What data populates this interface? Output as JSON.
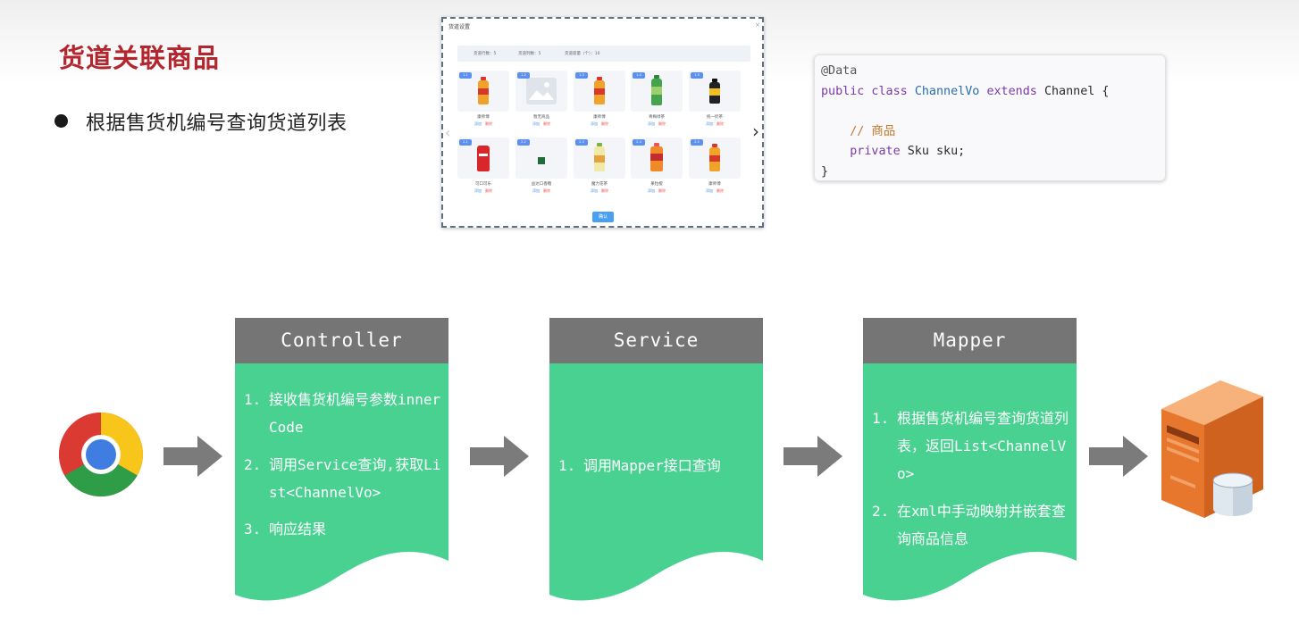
{
  "page": {
    "title": "货道关联商品",
    "bullet": "根据售货机编号查询货道列表"
  },
  "dialog": {
    "title": "货道设置",
    "close": "×",
    "stats": [
      "货道行数：5",
      "货道列数：5",
      "货道容量（个）：10"
    ],
    "confirm_label": "确认",
    "add_label": "添加",
    "delete_label": "删除",
    "slots": [
      {
        "badge": "1-1",
        "name": "康师傅",
        "icon": "tea-bottle-icon"
      },
      {
        "badge": "1-2",
        "name": "暂无商品",
        "icon": "image-placeholder-icon"
      },
      {
        "badge": "1-3",
        "name": "康师傅",
        "icon": "tea-bottle-icon"
      },
      {
        "badge": "1-4",
        "name": "青梅绿茶",
        "icon": "green-tea-bottle-icon"
      },
      {
        "badge": "1-5",
        "name": "统一奶茶",
        "icon": "milk-tea-bottle-icon"
      },
      {
        "badge": "2-1",
        "name": "可口可乐",
        "icon": "cola-can-icon"
      },
      {
        "badge": "2-2",
        "name": "益达口香糖",
        "icon": "gum-pack-icon"
      },
      {
        "badge": "2-3",
        "name": "魔力花茶",
        "icon": "flower-tea-bottle-icon"
      },
      {
        "badge": "2-4",
        "name": "果粒橙",
        "icon": "juice-bottle-icon"
      },
      {
        "badge": "2-5",
        "name": "康师傅",
        "icon": "tea-bottle-icon"
      }
    ]
  },
  "code": {
    "lines": [
      [
        {
          "t": "@Data",
          "c": "ann"
        }
      ],
      [
        {
          "t": "public class ",
          "c": "kw"
        },
        {
          "t": "ChannelVo ",
          "c": "type"
        },
        {
          "t": "extends ",
          "c": "kw"
        },
        {
          "t": "Channel {",
          "c": "plain"
        }
      ],
      [
        {
          "t": "",
          "c": "plain"
        }
      ],
      [
        {
          "t": "    // 商品",
          "c": "cm"
        }
      ],
      [
        {
          "t": "    ",
          "c": "plain"
        },
        {
          "t": "private ",
          "c": "kw"
        },
        {
          "t": "Sku sku;",
          "c": "plain"
        }
      ],
      [
        {
          "t": "}",
          "c": "plain"
        }
      ]
    ]
  },
  "flow": {
    "start_icon": "chrome-browser-icon",
    "end_icon": "database-server-icon",
    "arrow_icon": "right-arrow-icon",
    "colors": {
      "header": "#757575",
      "body": "#49d192",
      "arrow": "#7b7b7b"
    },
    "boxes": [
      {
        "title": "Controller",
        "steps": [
          {
            "num": "1.",
            "text": "接收售货机编号参数innerCode"
          },
          {
            "num": "2.",
            "text": "调用Service查询,获取List<ChannelVo>"
          },
          {
            "num": "3.",
            "text": "响应结果"
          }
        ]
      },
      {
        "title": "Service",
        "steps": [
          {
            "num": "1.",
            "text": "调用Mapper接口查询"
          }
        ]
      },
      {
        "title": "Mapper",
        "steps": [
          {
            "num": "1.",
            "text": "根据售货机编号查询货道列表，返回List<ChannelVo>"
          },
          {
            "num": "2.",
            "text": "在xml中手动映射并嵌套查询商品信息"
          }
        ]
      }
    ]
  }
}
